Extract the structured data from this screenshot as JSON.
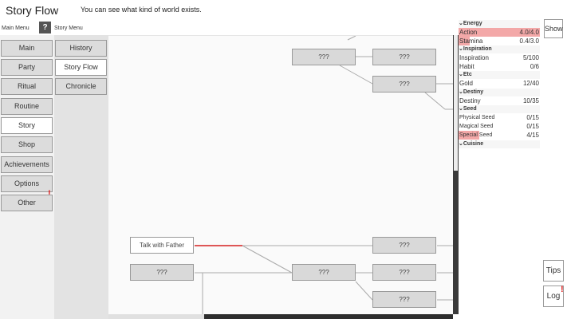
{
  "header": {
    "title": "Story Flow",
    "subtitle": "You can see what kind of world exists."
  },
  "breadcrumb": {
    "main": "Main Menu",
    "help": "?",
    "sub": "Story Menu"
  },
  "main_menu": [
    {
      "label": "Main"
    },
    {
      "label": "Party"
    },
    {
      "label": "Ritual"
    },
    {
      "label": "Routine"
    },
    {
      "label": "Story"
    },
    {
      "label": "Shop"
    },
    {
      "label": "Achievements"
    },
    {
      "label": "Options"
    },
    {
      "label": "Other"
    }
  ],
  "notice_mark": "!",
  "story_menu": [
    {
      "label": "History"
    },
    {
      "label": "Story Flow"
    },
    {
      "label": "Chronicle"
    }
  ],
  "flow_nodes": [
    {
      "label": "???"
    },
    {
      "label": "???"
    },
    {
      "label": "???"
    },
    {
      "label": "Talk with Father"
    },
    {
      "label": "???"
    },
    {
      "label": "???"
    },
    {
      "label": "???"
    },
    {
      "label": "???"
    },
    {
      "label": "???"
    }
  ],
  "stats": {
    "energy": {
      "title": "Energy",
      "action": {
        "label": "Action",
        "value": "4.0/4.0"
      },
      "stamina": {
        "label": "Stamina",
        "value": "0.4/3.0"
      }
    },
    "inspiration": {
      "title": "Inspiration",
      "inspiration": {
        "label": "Inspiration",
        "value": "5/100"
      },
      "habit": {
        "label": "Habit",
        "value": "0/6"
      }
    },
    "etc": {
      "title": "Etc",
      "gold": {
        "label": "Gold",
        "value": "12/40"
      }
    },
    "destiny": {
      "title": "Destiny",
      "destiny": {
        "label": "Destiny",
        "value": "10/35"
      }
    },
    "seed": {
      "title": "Seed",
      "physical": {
        "label": "Physical Seed",
        "value": "0/15"
      },
      "magical": {
        "label": "Magical Seed",
        "value": "0/15"
      },
      "special": {
        "label": "Special Seed",
        "value": "4/15"
      }
    },
    "cuisine": {
      "title": "Cuisine"
    }
  },
  "buttons": {
    "show": "Show",
    "tips": "Tips",
    "log": "Log"
  },
  "colors": {
    "highlight": "#f3a8a8",
    "active_link": "#e02020"
  }
}
